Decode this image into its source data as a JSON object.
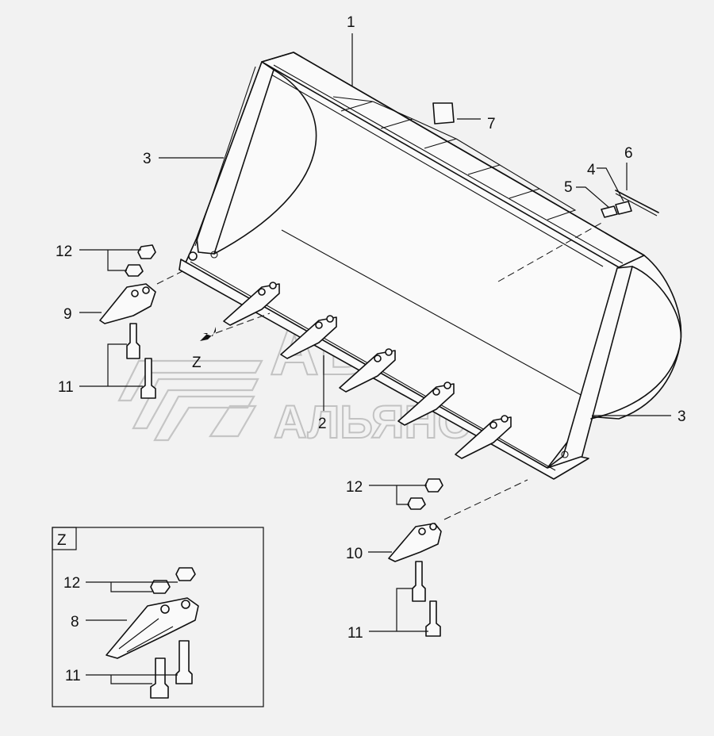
{
  "callouts": {
    "c1": "1",
    "c2": "2",
    "c3a": "3",
    "c3b": "3",
    "c4": "4",
    "c5": "5",
    "c6": "6",
    "c7": "7",
    "c8": "8",
    "c9": "9",
    "c10": "10",
    "c11a": "11",
    "c11b": "11",
    "c11c": "11",
    "c12a": "12",
    "c12b": "12",
    "c12c": "12"
  },
  "view": {
    "arrow_label": "Z",
    "detail_label": "Z"
  },
  "watermark": {
    "line1": "АВТО",
    "line2": "АЛЬЯНС"
  }
}
